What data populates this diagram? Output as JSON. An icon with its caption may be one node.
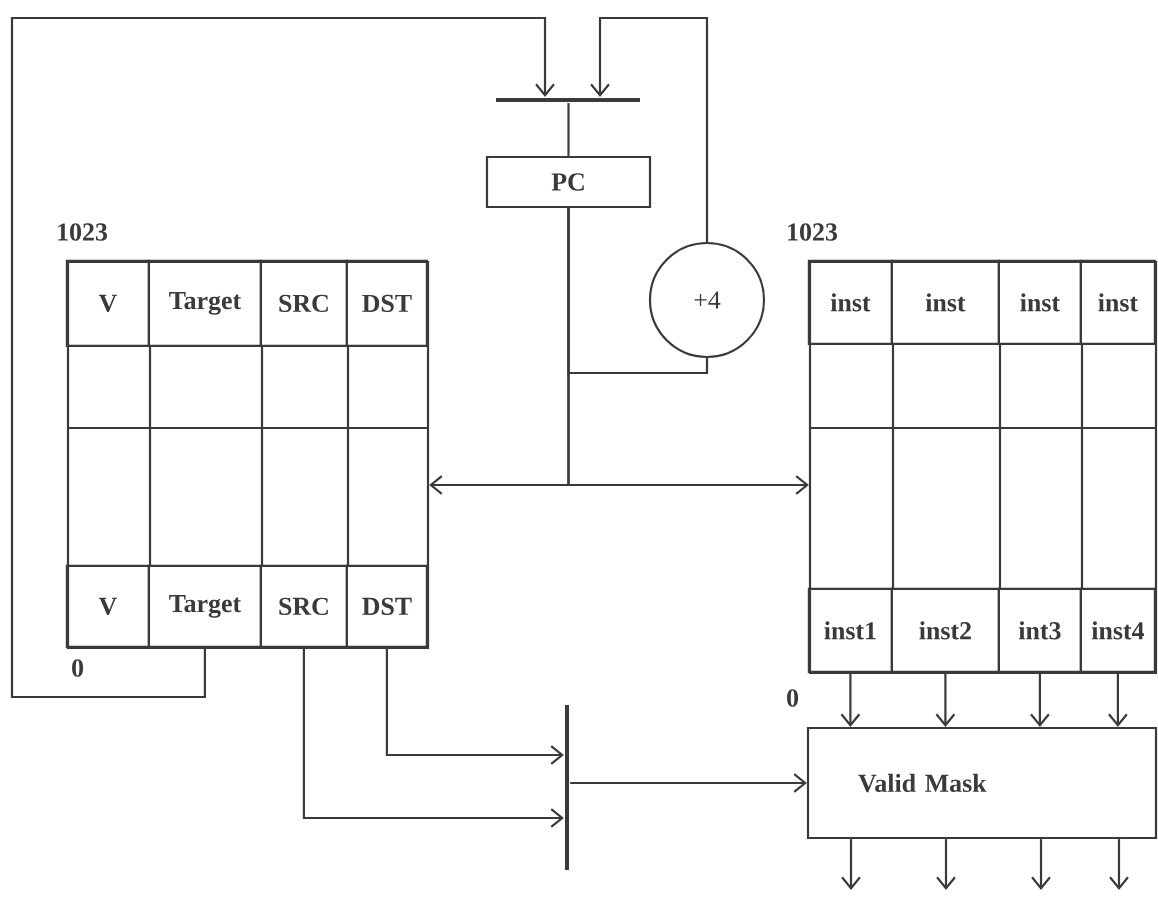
{
  "diagram": {
    "nodes": [
      {
        "text": [],
        "shape": "bar"
      },
      {
        "text": [
          "PC"
        ]
      },
      {
        "text": [
          "+4"
        ]
      },
      {
        "text": [],
        "shape": "box",
        "beside": [
          "1023",
          "0"
        ]
      },
      {
        "text": [
          "V"
        ],
        "in": 3
      },
      {
        "text": [
          "Target"
        ],
        "in": 3
      },
      {
        "text": [
          "SRC"
        ],
        "in": 3
      },
      {
        "text": [
          "DST"
        ],
        "in": 3
      },
      {
        "text": [
          "V"
        ],
        "in": 3
      },
      {
        "text": [
          "Target"
        ],
        "in": 3
      },
      {
        "text": [
          "SRC"
        ],
        "in": 3
      },
      {
        "text": [
          "DST"
        ],
        "in": 3
      },
      {
        "text": [],
        "shape": "box",
        "beside": [
          "1023",
          "0"
        ]
      },
      {
        "text": [
          "inst"
        ],
        "in": 12
      },
      {
        "text": [
          "inst"
        ],
        "in": 12
      },
      {
        "text": [
          "inst"
        ],
        "in": 12
      },
      {
        "text": [
          "inst"
        ],
        "in": 12
      },
      {
        "text": [
          "inst1"
        ],
        "in": 12
      },
      {
        "text": [
          "inst2"
        ],
        "in": 12
      },
      {
        "text": [
          "int3"
        ],
        "in": 12
      },
      {
        "text": [
          "inst4"
        ],
        "in": 12
      },
      {
        "text": [],
        "shape": "bar"
      },
      {
        "text": [
          "Valid Mask"
        ]
      }
    ],
    "edges": [
      {
        "from": 9,
        "to": 0,
        "arrow": "to"
      },
      {
        "from": 2,
        "to": 0,
        "arrow": "to"
      },
      {
        "from": 0,
        "to": 1,
        "arrow": "none"
      },
      {
        "from": 1,
        "to": 3,
        "arrow": "to"
      },
      {
        "from": 1,
        "to": 12,
        "arrow": "to"
      },
      {
        "from": 1,
        "to": 2,
        "arrow": "none"
      },
      {
        "from": 10,
        "to": 21,
        "arrow": "to"
      },
      {
        "from": 11,
        "to": 21,
        "arrow": "to"
      },
      {
        "from": 21,
        "to": 22,
        "arrow": "to"
      },
      {
        "from": 17,
        "to": 22,
        "arrow": "to"
      },
      {
        "from": 18,
        "to": 22,
        "arrow": "to"
      },
      {
        "from": 19,
        "to": 22,
        "arrow": "to"
      },
      {
        "from": 20,
        "to": 22,
        "arrow": "to"
      },
      {
        "from": 22,
        "to": null,
        "arrow": "to"
      },
      {
        "from": 22,
        "to": null,
        "arrow": "to"
      },
      {
        "from": 22,
        "to": null,
        "arrow": "to"
      },
      {
        "from": 22,
        "to": null,
        "arrow": "to"
      }
    ]
  }
}
